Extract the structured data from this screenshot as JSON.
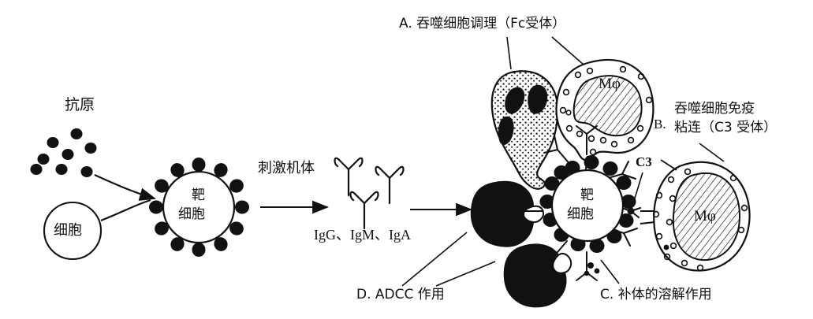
{
  "figure": {
    "kind": "biology-diagram",
    "topic": "antibody mediated effector functions",
    "ink_color": "#111111",
    "background": "#ffffff"
  },
  "stage1": {
    "antigen_label": "抗原",
    "antigen_dot_count": 8,
    "cell_label": "细胞",
    "target_cell_label_line1": "靶",
    "target_cell_label_line2": "细胞",
    "target_cell_receptor_count": 12
  },
  "stage2": {
    "arrow_label": "刺激机体",
    "antibody_label": "IgG、IgM、IgA",
    "antibody_count": 3
  },
  "stage3": {
    "target_cell_label_line1": "靶",
    "target_cell_label_line2": "细胞",
    "target_cell_receptor_count": 14,
    "c3_label": "C3",
    "macrophage_label_top": "Mφ",
    "macrophage_label_right": "Mφ",
    "killer_cell_count": 2,
    "neutrophil_count": 1
  },
  "annotations": {
    "a": {
      "id": "A.",
      "text": "吞噬细胞调理（Fc受体）",
      "full": "A. 吞噬细胞调理（Fc受体）"
    },
    "b": {
      "id": "B.",
      "line1": "吞噬细胞免疫",
      "line2": "粘连（C3 受体）"
    },
    "c": {
      "id": "C.",
      "text": "补体的溶解作用",
      "full": "C. 补体的溶解作用"
    },
    "d": {
      "id": "D.",
      "text": "ADCC 作用",
      "full": "D. ADCC 作用"
    }
  }
}
